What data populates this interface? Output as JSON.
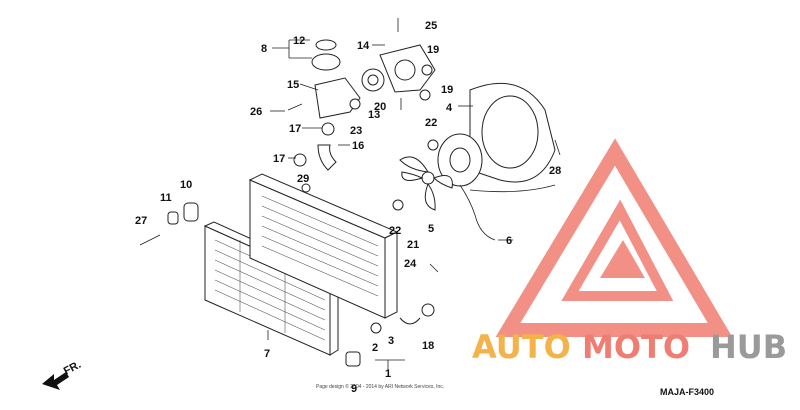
{
  "diagram": {
    "drawing_code": "MAJA-F3400",
    "front_label": "FR.",
    "footer_text": "Page design © 2004 - 2014 by ARI Network Services, Inc.",
    "callouts": [
      {
        "id": "c1",
        "text": "1"
      },
      {
        "id": "c2",
        "text": "2"
      },
      {
        "id": "c3",
        "text": "3"
      },
      {
        "id": "c4",
        "text": "4"
      },
      {
        "id": "c5",
        "text": "5"
      },
      {
        "id": "c6",
        "text": "6"
      },
      {
        "id": "c7",
        "text": "7"
      },
      {
        "id": "c8",
        "text": "8"
      },
      {
        "id": "c9",
        "text": "9"
      },
      {
        "id": "c10",
        "text": "10"
      },
      {
        "id": "c11",
        "text": "11"
      },
      {
        "id": "c12",
        "text": "12"
      },
      {
        "id": "c13",
        "text": "13"
      },
      {
        "id": "c14",
        "text": "14"
      },
      {
        "id": "c15",
        "text": "15"
      },
      {
        "id": "c16",
        "text": "16"
      },
      {
        "id": "c17a",
        "text": "17"
      },
      {
        "id": "c17b",
        "text": "17"
      },
      {
        "id": "c18",
        "text": "18"
      },
      {
        "id": "c19a",
        "text": "19"
      },
      {
        "id": "c19b",
        "text": "19"
      },
      {
        "id": "c20",
        "text": "20"
      },
      {
        "id": "c21",
        "text": "21"
      },
      {
        "id": "c22a",
        "text": "22"
      },
      {
        "id": "c22b",
        "text": "22"
      },
      {
        "id": "c23",
        "text": "23"
      },
      {
        "id": "c24",
        "text": "24"
      },
      {
        "id": "c25",
        "text": "25"
      },
      {
        "id": "c26",
        "text": "26"
      },
      {
        "id": "c27",
        "text": "27"
      },
      {
        "id": "c28",
        "text": "28"
      },
      {
        "id": "c29",
        "text": "29"
      }
    ]
  },
  "watermark": {
    "word1": "AUTO",
    "word2": "MOTO",
    "word3": "HUB",
    "color_primary": "#f07d72",
    "color_secondary": "#f3b24a",
    "color_tertiary": "#9a9a9a"
  }
}
